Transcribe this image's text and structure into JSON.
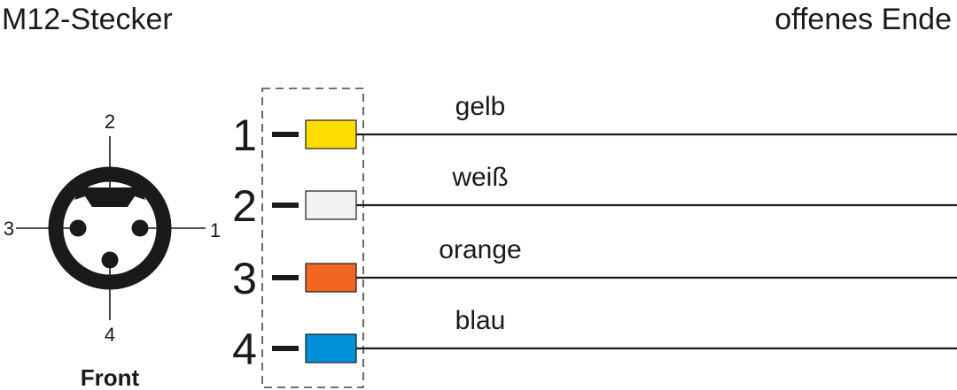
{
  "header": {
    "left_title": "M12-Stecker",
    "right_title": "offenes Ende"
  },
  "connector": {
    "pin_labels": [
      "1",
      "2",
      "3",
      "4"
    ],
    "front_label": "Front"
  },
  "wires": [
    {
      "pin": "1",
      "color_name": "gelb",
      "color": "#ffdd00"
    },
    {
      "pin": "2",
      "color_name": "weiß",
      "color": "#f2f2f2"
    },
    {
      "pin": "3",
      "color_name": "orange",
      "color": "#f26522"
    },
    {
      "pin": "4",
      "color_name": "blau",
      "color": "#0090d8"
    }
  ]
}
